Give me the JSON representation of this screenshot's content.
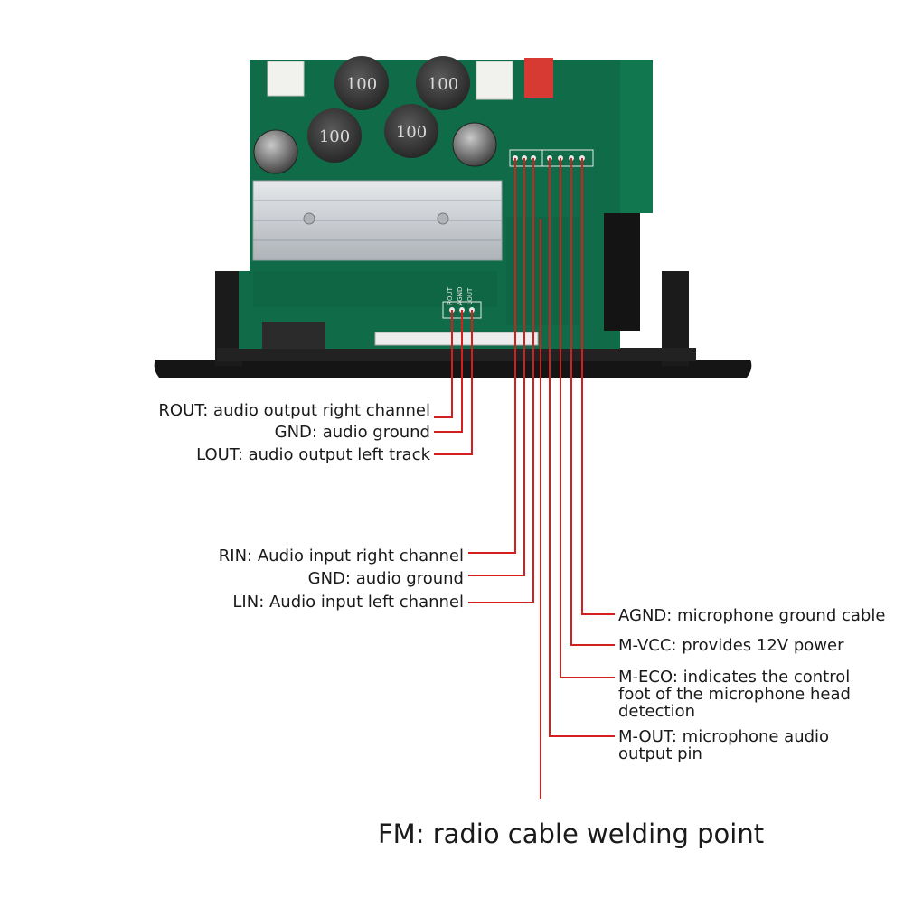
{
  "board": {
    "inductor_marking": "100",
    "silk_audio_out": [
      "ROUT",
      "AGND",
      "LOUT"
    ]
  },
  "labels": {
    "rout": "ROUT: audio output right channel",
    "gnd_out": "GND: audio ground",
    "lout": "LOUT: audio output left track",
    "rin": "RIN: Audio input right channel",
    "gnd_in": "GND: audio ground",
    "lin": "LIN: Audio input left channel",
    "agnd": "AGND: microphone ground cable",
    "mvcc": "M-VCC: provides 12V power",
    "meco": "M-ECO: indicates the control foot of the microphone head detection",
    "mout": "M-OUT: microphone audio output pin",
    "fm": "FM: radio cable welding point"
  },
  "colors": {
    "leader_line": "#d41f1f",
    "pcb": "#0f6b48",
    "pcb_dark": "#0a553a",
    "bezel": "#1b1b1b",
    "heatsink": "#c9cdd2",
    "text": "#1a1a1a"
  }
}
